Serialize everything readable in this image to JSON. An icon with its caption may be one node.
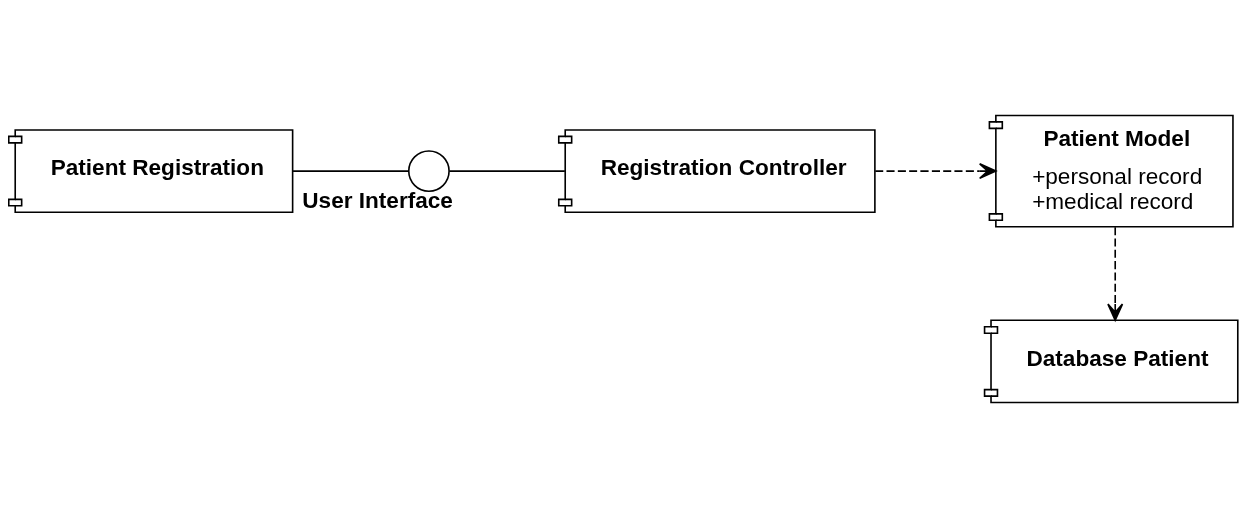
{
  "diagram": {
    "nodes": [
      {
        "text": [
          "Patient Registration"
        ]
      },
      {
        "text": [],
        "shape": "circle",
        "beside": [
          "User Interface"
        ]
      },
      {
        "text": [
          "Registration Controller"
        ]
      },
      {
        "text": [
          "Patient Model",
          "+personal record",
          "+medical record"
        ]
      },
      {
        "text": [
          "Database Patient"
        ]
      }
    ],
    "edges": [
      {
        "from": 0,
        "to": 1,
        "arrow": "none"
      },
      {
        "from": 1,
        "to": 2,
        "arrow": "none"
      },
      {
        "from": 2,
        "to": 3,
        "arrow": "to",
        "style": "dashed"
      },
      {
        "from": 3,
        "to": 4,
        "arrow": "to",
        "style": "dashed"
      }
    ]
  }
}
